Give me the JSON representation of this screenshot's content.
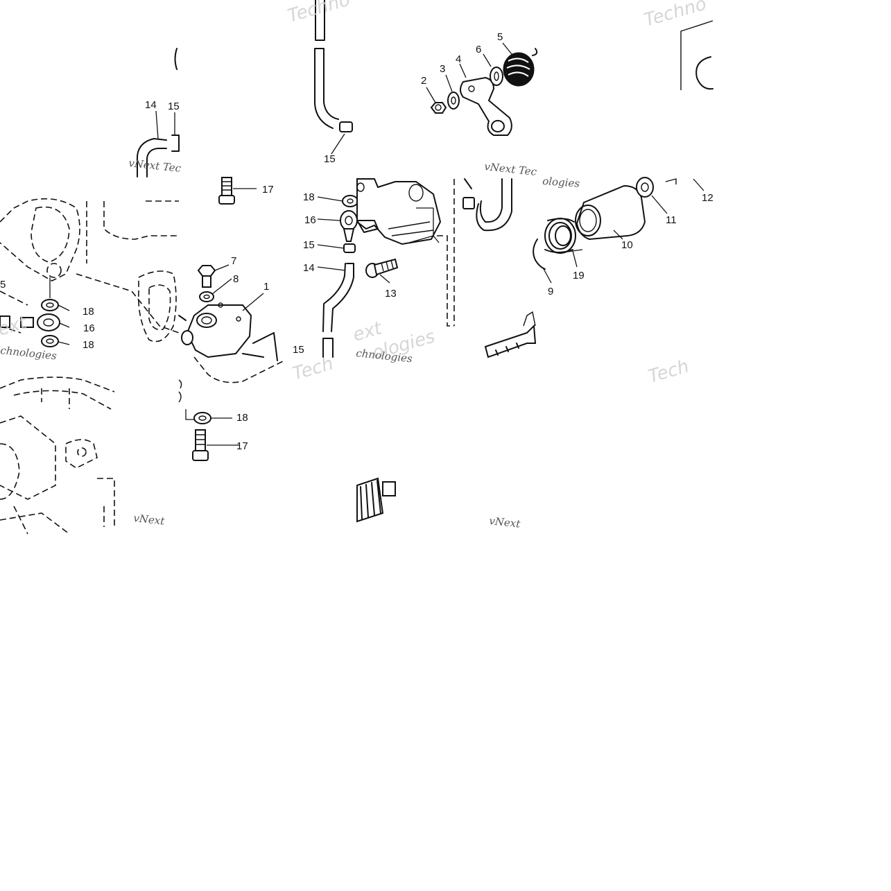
{
  "diagram": {
    "callouts": [
      {
        "id": "c1",
        "label": "1"
      },
      {
        "id": "c2",
        "label": "2"
      },
      {
        "id": "c3",
        "label": "3"
      },
      {
        "id": "c4",
        "label": "4"
      },
      {
        "id": "c5",
        "label": "5"
      },
      {
        "id": "c6",
        "label": "6"
      },
      {
        "id": "c7",
        "label": "7"
      },
      {
        "id": "c8",
        "label": "8"
      },
      {
        "id": "c9",
        "label": "9"
      },
      {
        "id": "c10",
        "label": "10"
      },
      {
        "id": "c11",
        "label": "11"
      },
      {
        "id": "c12",
        "label": "12"
      },
      {
        "id": "c13",
        "label": "13"
      },
      {
        "id": "c14a",
        "label": "14"
      },
      {
        "id": "c14b",
        "label": "14"
      },
      {
        "id": "c15a",
        "label": "15"
      },
      {
        "id": "c15b",
        "label": "15"
      },
      {
        "id": "c15c",
        "label": "15"
      },
      {
        "id": "c15d",
        "label": "15"
      },
      {
        "id": "c16a",
        "label": "16"
      },
      {
        "id": "c16b",
        "label": "16"
      },
      {
        "id": "c17a",
        "label": "17"
      },
      {
        "id": "c17b",
        "label": "17"
      },
      {
        "id": "c18a",
        "label": "18"
      },
      {
        "id": "c18b",
        "label": "18"
      },
      {
        "id": "c18c",
        "label": "18"
      },
      {
        "id": "c18d",
        "label": "18"
      },
      {
        "id": "c19",
        "label": "19"
      },
      {
        "id": "c5edge",
        "label": "5"
      }
    ],
    "watermarks": {
      "technologies": "Technologies",
      "techno": "Techno",
      "tech": "Tech",
      "vnext": "vNext",
      "vnext_tech": "vNext Tec",
      "ext": "ext",
      "chnologies": "chnologies",
      "ologies": "ologies"
    }
  }
}
